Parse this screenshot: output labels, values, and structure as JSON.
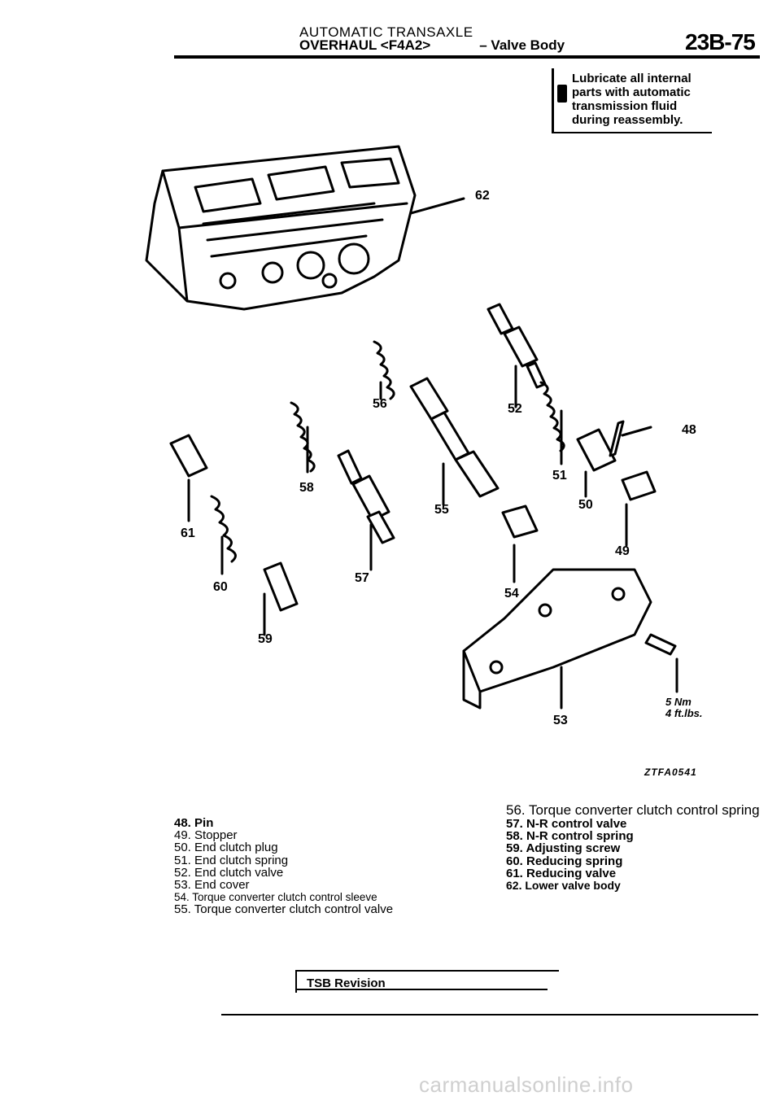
{
  "header": {
    "section": "AUTOMATIC TRANSAXLE",
    "subtitle_left": "OVERHAUL <F4A2>",
    "subtitle_right": "– Valve Body",
    "page_number": "23B-75"
  },
  "note": {
    "text": "Lubricate all internal parts with automatic transmission fluid during reassembly."
  },
  "figure": {
    "callouts": {
      "c62": "62",
      "c56": "56",
      "c52": "52",
      "c48": "48",
      "c58": "58",
      "c55": "55",
      "c51": "51",
      "c50": "50",
      "c61": "61",
      "c49": "49",
      "c60": "60",
      "c57": "57",
      "c54": "54",
      "c59": "59",
      "c53": "53"
    },
    "torque_nm": "5 Nm",
    "torque_ftlbs": "4 ft.lbs.",
    "code": "ZTFA0541"
  },
  "legend_left": [
    "48. Pin",
    "49. Stopper",
    "50. End clutch plug",
    "51. End clutch spring",
    "52. End clutch valve",
    "53. End cover",
    "54. Torque converter clutch control sleeve",
    "55. Torque converter clutch control valve"
  ],
  "legend_right": [
    "56. Torque converter clutch control spring",
    "57. N-R control valve",
    "58. N-R control spring",
    "59. Adjusting screw",
    "60. Reducing spring",
    "61. Reducing valve",
    "62. Lower valve body"
  ],
  "footer": {
    "tsb": "TSB Revision",
    "watermark": "carmanualsonline.info"
  }
}
